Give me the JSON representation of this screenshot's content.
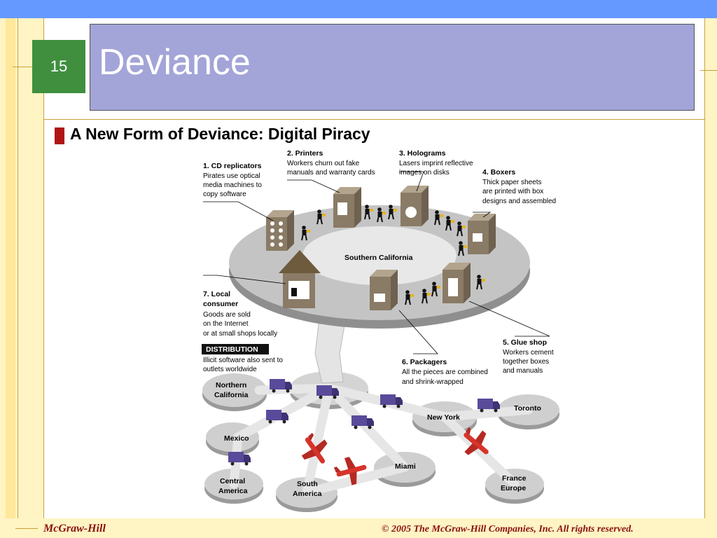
{
  "slide": {
    "number": "15",
    "title": "Deviance",
    "subtitle": "A New Form of Deviance: Digital Piracy"
  },
  "diagram": {
    "hub_label": "Southern California",
    "steps": [
      {
        "title": "1. CD replicators",
        "desc": [
          "Pirates use optical",
          "media machines to",
          "copy software"
        ]
      },
      {
        "title": "2. Printers",
        "desc": [
          "Workers churn out fake",
          "manuals and warranty cards"
        ]
      },
      {
        "title": "3. Holograms",
        "desc": [
          "Lasers imprint reflective",
          "images on disks"
        ]
      },
      {
        "title": "4. Boxers",
        "desc": [
          "Thick paper sheets",
          "are printed with box",
          "designs and assembled"
        ]
      },
      {
        "title": "5. Glue shop",
        "desc": [
          "Workers cement",
          "together boxes",
          "and manuals"
        ]
      },
      {
        "title": "6. Packagers",
        "desc": [
          "All the pieces are combined",
          "and shrink-wrapped"
        ]
      },
      {
        "title_lines": [
          "7. Local",
          "consumer"
        ],
        "desc": [
          "Goods are sold",
          "on the Internet",
          "or at small shops locally"
        ]
      }
    ],
    "distribution": {
      "label": "DISTRIBUTION",
      "desc": [
        "Illicit software also sent to",
        "outlets worldwide"
      ]
    },
    "destinations": {
      "northern_california": [
        "Northern",
        "California"
      ],
      "mexico": [
        "Mexico"
      ],
      "central_america": [
        "Central",
        "America"
      ],
      "south_america": [
        "South",
        "America"
      ],
      "miami": [
        "Miami"
      ],
      "new_york": [
        "New York"
      ],
      "toronto": [
        "Toronto"
      ],
      "france_europe": [
        "France",
        "Europe"
      ]
    }
  },
  "footer": {
    "publisher": "McGraw-Hill",
    "copyright": "© 2005 The McGraw-Hill Companies, Inc. All rights reserved."
  },
  "colors": {
    "topbar": "#6699ff",
    "title_box": "#a3a4d8",
    "slide_number_box": "#3f8f3f",
    "bullet": "#b01515",
    "footer_text": "#8a1010",
    "building": "#8a7b66",
    "truck": "#5a4a9a",
    "plane": "#d8332a",
    "platform": "#c4c4c4"
  }
}
